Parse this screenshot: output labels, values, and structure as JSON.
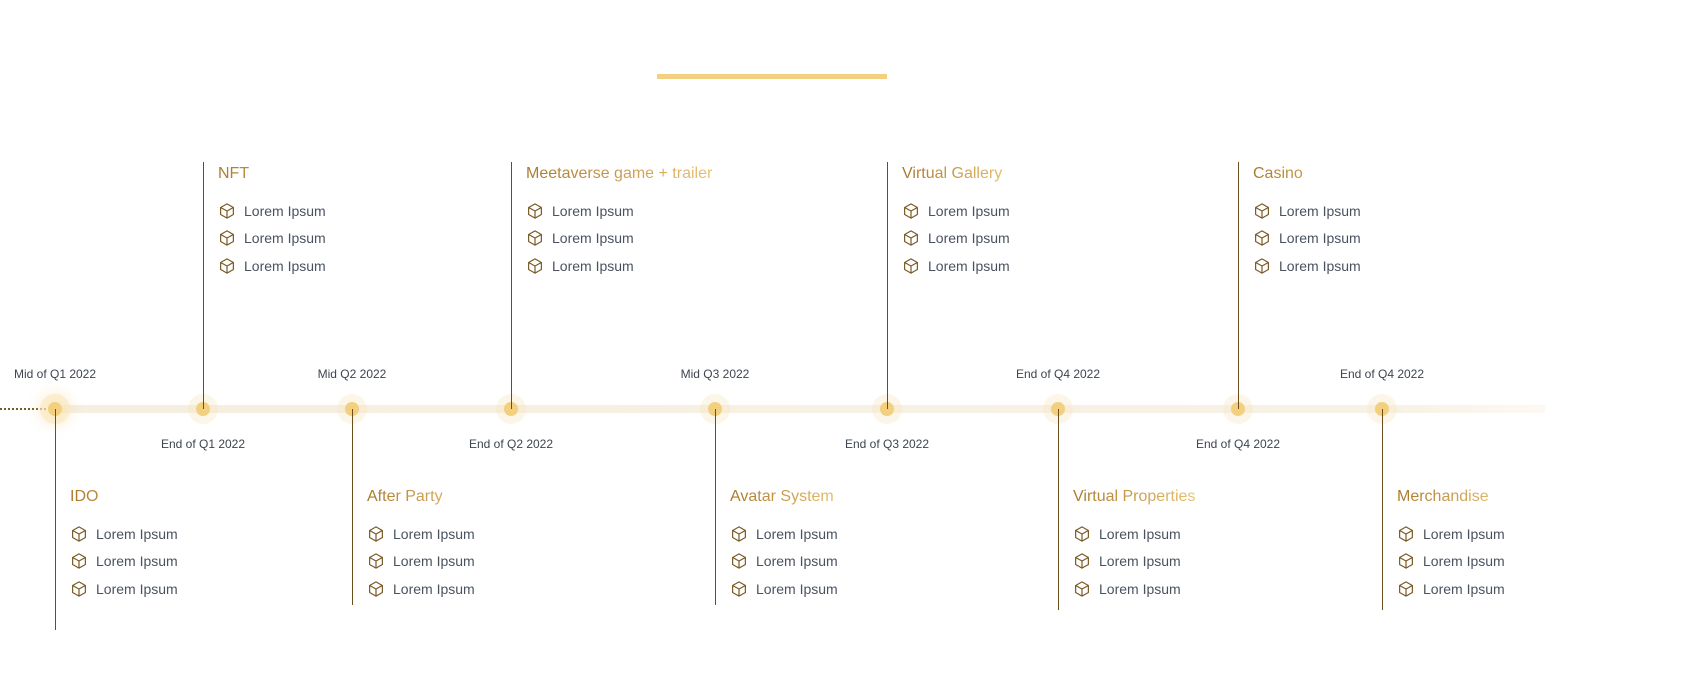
{
  "colors": {
    "accent": "#f3d07f",
    "line": "#6b4d1e",
    "title_start": "#a9782a",
    "title_end": "#e8c170"
  },
  "item_icon": "cube-icon",
  "milestones": [
    {
      "date": "Mid of Q1 2022",
      "title": "IDO",
      "items": [
        "Lorem Ipsum",
        "Lorem Ipsum",
        "Lorem Ipsum"
      ]
    },
    {
      "date": "End of Q1 2022",
      "title": "NFT",
      "items": [
        "Lorem Ipsum",
        "Lorem Ipsum",
        "Lorem Ipsum"
      ]
    },
    {
      "date": "Mid Q2 2022",
      "title": "After Party",
      "items": [
        "Lorem Ipsum",
        "Lorem Ipsum",
        "Lorem Ipsum"
      ]
    },
    {
      "date": "End of Q2 2022",
      "title": "Meetaverse game + trailer",
      "items": [
        "Lorem Ipsum",
        "Lorem Ipsum",
        "Lorem Ipsum"
      ]
    },
    {
      "date": "Mid Q3 2022",
      "title": "Avatar System",
      "items": [
        "Lorem Ipsum",
        "Lorem Ipsum",
        "Lorem Ipsum"
      ]
    },
    {
      "date": "End of Q3 2022",
      "title": "Virtual Gallery",
      "items": [
        "Lorem Ipsum",
        "Lorem Ipsum",
        "Lorem Ipsum"
      ]
    },
    {
      "date": "End of Q4 2022",
      "title": "Virtual Properties",
      "items": [
        "Lorem Ipsum",
        "Lorem Ipsum",
        "Lorem Ipsum"
      ]
    },
    {
      "date": "End of Q4 2022",
      "title": "Casino",
      "items": [
        "Lorem Ipsum",
        "Lorem Ipsum",
        "Lorem Ipsum"
      ]
    },
    {
      "date": "End of Q4 2022",
      "title": "Merchandise",
      "items": [
        "Lorem Ipsum",
        "Lorem Ipsum",
        "Lorem Ipsum"
      ]
    }
  ]
}
